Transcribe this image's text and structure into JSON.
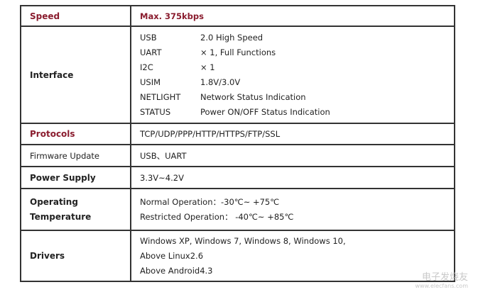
{
  "rows": {
    "speed": {
      "label": "Speed",
      "value": "Max. 375kbps"
    },
    "interface": {
      "label": "Interface",
      "items": [
        {
          "name": "USB",
          "value": "2.0 High Speed"
        },
        {
          "name": "UART",
          "value": "× 1, Full Functions"
        },
        {
          "name": "I2C",
          "value": "× 1"
        },
        {
          "name": "USIM",
          "value": "1.8V/3.0V"
        },
        {
          "name": "NETLIGHT",
          "value": "Network Status Indication"
        },
        {
          "name": "STATUS",
          "value": "Power ON/OFF Status Indication"
        }
      ]
    },
    "protocols": {
      "label": "Protocols",
      "value": "TCP/UDP/PPP/HTTP/HTTPS/FTP/SSL"
    },
    "firmware": {
      "label": "Firmware Update",
      "value": "USB、UART"
    },
    "power": {
      "label": "Power Supply",
      "value": "3.3V~4.2V"
    },
    "temperature": {
      "label_line1": "Operating",
      "label_line2": "Temperature",
      "lines": [
        "Normal Operation：-30℃~ +75℃",
        "Restricted Operation： -40℃~ +85℃"
      ]
    },
    "drivers": {
      "label": "Drivers",
      "lines": [
        "Windows XP, Windows 7, Windows 8, Windows 10,",
        "Above Linux2.6",
        "Above Android4.3"
      ]
    }
  },
  "watermark": {
    "title": "电子发烧友",
    "url": "www.elecfans.com"
  },
  "colors": {
    "accent_red": "#8a1c2e",
    "border": "#222222"
  }
}
